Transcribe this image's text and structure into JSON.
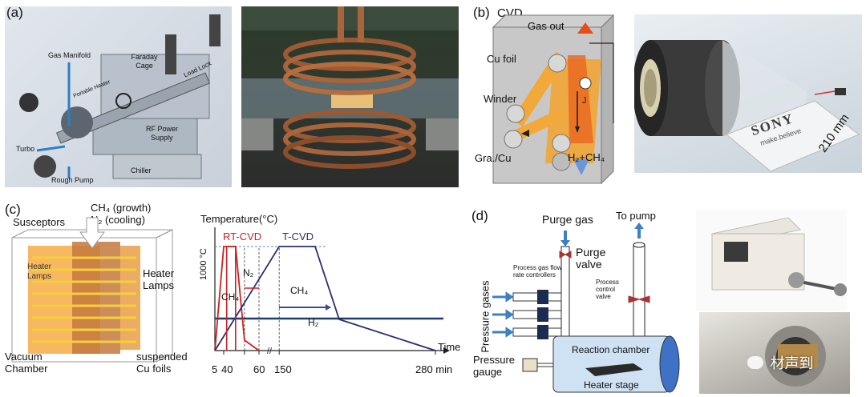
{
  "panels": {
    "a": {
      "label": "(a)",
      "callouts": {
        "gas_manifold": "Gas Manifold",
        "faraday_cage": "Faraday Cage",
        "load_lock": "Load Lock",
        "portable_heater": "Portable Heater",
        "rf_power": "RF Power",
        "supply": "Supply",
        "chiller": "Chiller",
        "turbo": "Turbo",
        "rough_pump": "Rough Pump"
      }
    },
    "b": {
      "label": "(b)",
      "title": "CVD",
      "gas_out": "Gas out",
      "cu_foil": "Cu foil",
      "winder": "Winder",
      "gra_cu": "Gra./Cu",
      "j": "J",
      "h2ch4": "H₂+CH₄",
      "brand": "SONY",
      "tagline": "make.believe",
      "dimension": "210 mm"
    },
    "c": {
      "label": "(c)",
      "ch4_growth": "CH₄ (growth)",
      "n2_cooling": "N₂ (cooling)",
      "susceptors": "Susceptors",
      "heater_lamps_left": "Heater Lamps",
      "heater_lamps_right": "Heater Lamps",
      "vacuum_chamber": "Vacuum Chamber",
      "suspended_cu": "suspended Cu foils",
      "plot": {
        "ylabel": "Temperature(°C)",
        "ytick": "1000 °C",
        "rt_cvd": "RT-CVD",
        "t_cvd": "T-CVD",
        "n2": "N₂",
        "ch4_left": "CH₄",
        "ch4_right": "CH₄",
        "h2": "H₂",
        "time": "Time",
        "xticks": [
          "5",
          "40",
          "60",
          "150",
          "280 min"
        ]
      }
    },
    "d": {
      "label": "(d)",
      "purge_gas": "Purge gas",
      "to_pump": "To pump",
      "purge_valve": "Purge valve",
      "process_gas": "Process gas flow rate controllers",
      "process_control": "Process control valve",
      "pressure_gases": "Pressure gases",
      "reaction_chamber": "Reaction chamber",
      "pressure_gauge": "Pressure gauge",
      "heater_stage": "Heater stage"
    }
  },
  "watermark": {
    "text": "材声到"
  },
  "chart_data": {
    "type": "line",
    "ylabel": "Temperature(°C)",
    "xlabel": "Time",
    "x_unit": "min",
    "x_ticks": [
      5,
      40,
      60,
      150,
      280
    ],
    "y_ticks": [
      1000
    ],
    "series": [
      {
        "name": "RT-CVD",
        "x": [
          0,
          5,
          10,
          25,
          40,
          60
        ],
        "y": [
          0,
          1000,
          1000,
          1000,
          100,
          0
        ]
      },
      {
        "name": "T-CVD",
        "x": [
          0,
          150,
          180,
          200,
          280
        ],
        "y": [
          0,
          1000,
          1000,
          300,
          0
        ]
      }
    ]
  },
  "colors": {
    "rt_cvd": "#d02020",
    "t_cvd": "#2c2f70",
    "h2_line": "#1c3d6e",
    "orange": "#f3a22a",
    "blue_arrow": "#3f7fc4"
  }
}
